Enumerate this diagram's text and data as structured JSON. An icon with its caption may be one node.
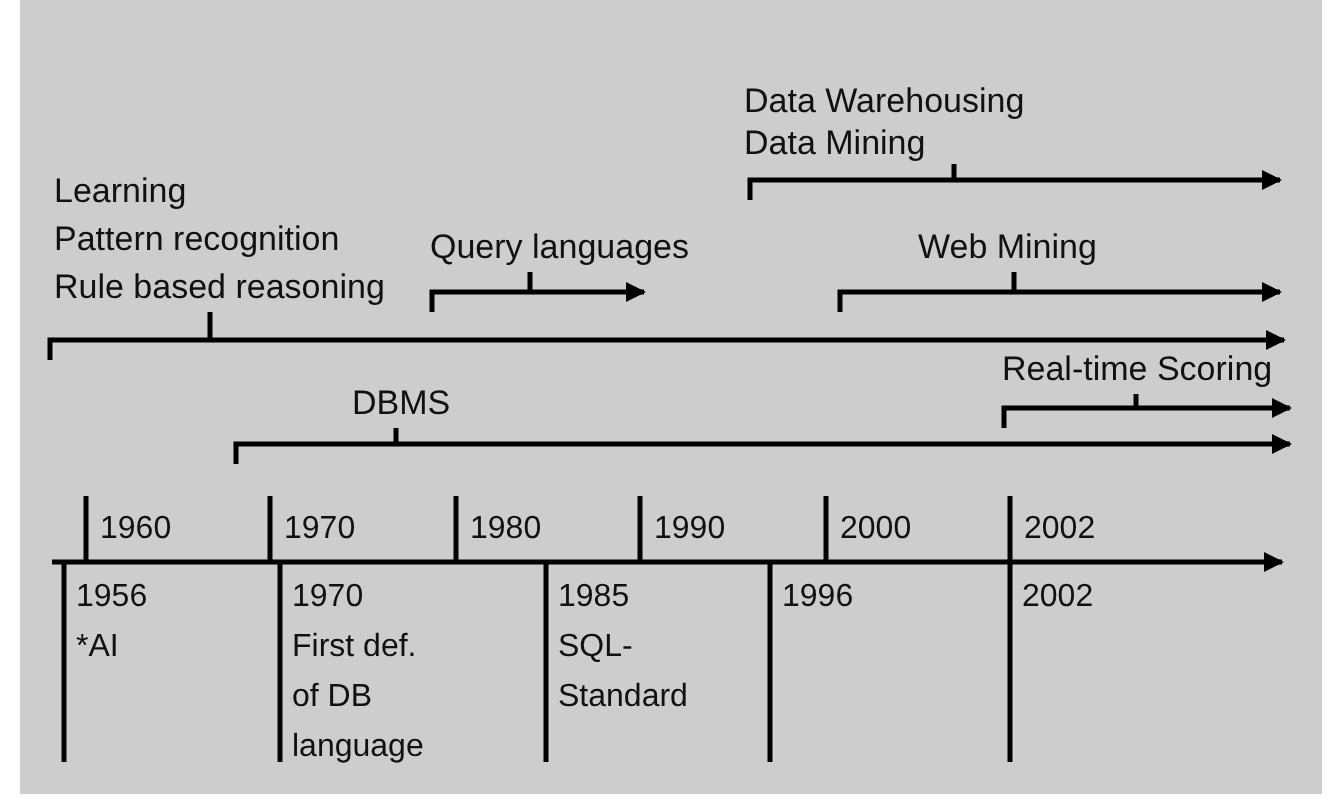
{
  "diagram": {
    "nodes": [
      {
        "text": [
          "Data Warehousing",
          "Data Mining"
        ]
      },
      {
        "text": [
          "Learning",
          "Pattern recognition",
          "Rule based reasoning"
        ]
      },
      {
        "text": [
          "Query languages"
        ]
      },
      {
        "text": [
          "Web Mining"
        ]
      },
      {
        "text": [
          "Real-time Scoring"
        ]
      },
      {
        "text": [
          "DBMS"
        ]
      }
    ],
    "edges": [
      {
        "from": 0,
        "to": null,
        "arrow": "none"
      },
      {
        "from": 1,
        "to": null,
        "arrow": "none"
      },
      {
        "from": 2,
        "to": null,
        "arrow": "none"
      },
      {
        "from": 3,
        "to": null,
        "arrow": "none"
      },
      {
        "from": 4,
        "to": null,
        "arrow": "none"
      },
      {
        "from": 5,
        "to": null,
        "arrow": "none"
      }
    ],
    "labels": [
      "1960",
      "1970",
      "1980",
      "1990",
      "2000",
      "2002",
      "1956",
      "*AI",
      "1970",
      "First def. of DB language",
      "1985",
      "SQL-Standard",
      "1996",
      "2002"
    ]
  }
}
